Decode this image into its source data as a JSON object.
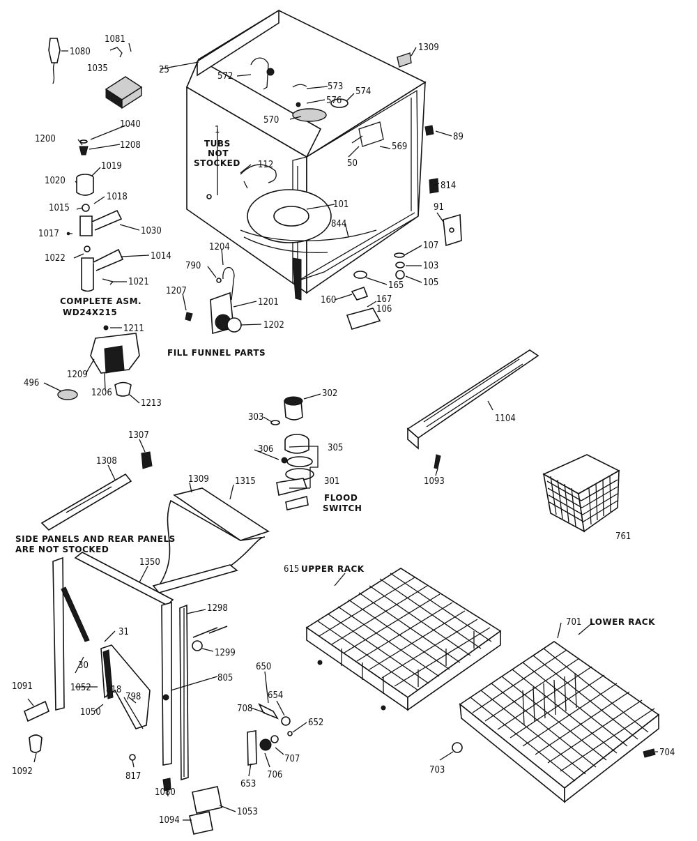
{
  "labels": {
    "l1080a": "1080",
    "l1081": "1081",
    "l1035": "1035",
    "l25": "25",
    "l572": "572",
    "l573": "573",
    "l574": "574",
    "l576": "576",
    "l570": "570",
    "l1309a": "1309",
    "l89": "89",
    "l569": "569",
    "l50": "50",
    "l814": "814",
    "l1": "1",
    "l112": "112",
    "l101": "101",
    "l844": "844",
    "l91": "91",
    "l107": "107",
    "l103": "103",
    "l105": "105",
    "l165": "165",
    "l167": "167",
    "l106": "106",
    "l160": "160",
    "l1040": "1040",
    "l1200": "1200",
    "l1208": "1208",
    "l1019": "1019",
    "l1020": "1020",
    "l1018": "1018",
    "l1015": "1015",
    "l1017": "1017",
    "l1030": "1030",
    "l1022": "1022",
    "l1014": "1014",
    "l1021": "1021",
    "l1204": "1204",
    "l790": "790",
    "l1207": "1207",
    "l1201": "1201",
    "l1202": "1202",
    "l1211": "1211",
    "l1209": "1209",
    "l496": "496",
    "l1206": "1206",
    "l1213": "1213",
    "l302": "302",
    "l303": "303",
    "l306": "306",
    "l305": "305",
    "l301": "301",
    "l1104": "1104",
    "l1093": "1093",
    "l1307": "1307",
    "l1308": "1308",
    "l1309b": "1309",
    "l1315": "1315",
    "l761": "761",
    "l1350": "1350",
    "l615": "615",
    "l701": "701",
    "l1298": "1298",
    "l31": "31",
    "l30": "30",
    "l1299": "1299",
    "l805": "805",
    "l1052": "1052",
    "l818": "818",
    "l798": "798",
    "l1050": "1050",
    "l1091": "1091",
    "l650": "650",
    "l654": "654",
    "l708": "708",
    "l652": "652",
    "l707": "707",
    "l706": "706",
    "l653": "653",
    "l703": "703",
    "l704": "704",
    "l1092": "1092",
    "l817": "817",
    "l1080b": "1080",
    "l1053": "1053",
    "l1094": "1094"
  },
  "captions": {
    "tubs": [
      "TUBS",
      "NOT",
      "STOCKED"
    ],
    "complete_asm": [
      "COMPLETE ASM.",
      "WD24X215"
    ],
    "fill_funnel": "FILL FUNNEL PARTS",
    "flood_switch": [
      "FLOOD",
      "SWITCH"
    ],
    "side_panels": [
      "SIDE PANELS AND REAR PANELS",
      "ARE NOT STOCKED"
    ],
    "upper_rack": "UPPER RACK",
    "lower_rack": "LOWER RACK"
  }
}
